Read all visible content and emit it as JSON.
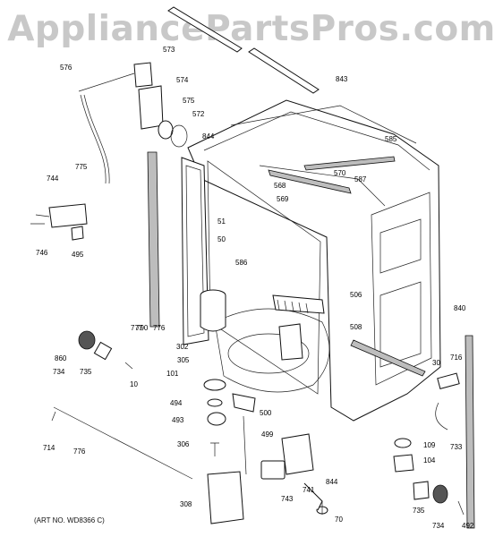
{
  "watermark": "AppliancePartsPros.com",
  "art_number": "(ART NO. WD8366 C)",
  "callouts": [
    "10",
    "30",
    "50",
    "51",
    "70",
    "101",
    "104",
    "109",
    "302",
    "305",
    "306",
    "308",
    "493",
    "494",
    "495",
    "499",
    "500",
    "506",
    "508",
    "568",
    "569",
    "570",
    "572",
    "573",
    "574",
    "575",
    "576",
    "585",
    "586",
    "587",
    "714",
    "716",
    "733",
    "734",
    "734",
    "735",
    "735",
    "741",
    "743",
    "744",
    "746",
    "775",
    "776",
    "776",
    "777",
    "790",
    "840",
    "843",
    "844",
    "844",
    "860",
    "492"
  ]
}
